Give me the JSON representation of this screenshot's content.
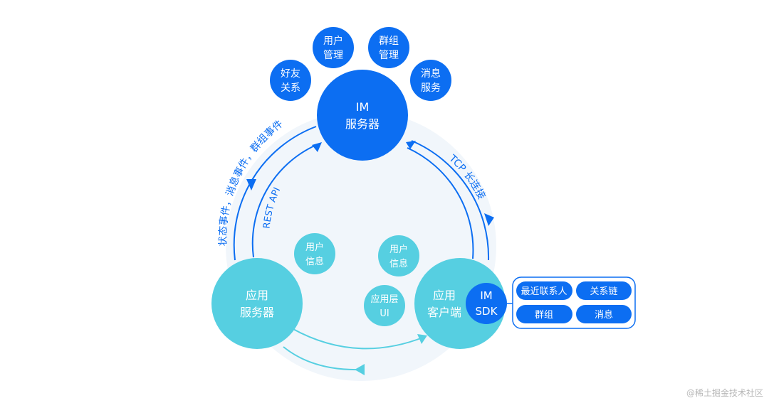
{
  "diagram": {
    "im_server": {
      "line1": "IM",
      "line2": "服务器"
    },
    "im_server_modules": [
      {
        "line1": "好友",
        "line2": "关系"
      },
      {
        "line1": "用户",
        "line2": "管理"
      },
      {
        "line1": "群组",
        "line2": "管理"
      },
      {
        "line1": "消息",
        "line2": "服务"
      }
    ],
    "app_server": {
      "line1": "应用",
      "line2": "服务器"
    },
    "app_client": {
      "line1": "应用",
      "line2": "客户端"
    },
    "im_sdk": {
      "line1": "IM",
      "line2": "SDK"
    },
    "inner_nodes": [
      {
        "line1": "用户",
        "line2": "信息"
      },
      {
        "line1": "用户",
        "line2": "信息"
      },
      {
        "line1": "应用层",
        "line2": "UI"
      }
    ],
    "sdk_features": [
      "最近联系人",
      "关系链",
      "群组",
      "消息"
    ],
    "labels": {
      "events": "状态事件，消息事件，群组事件",
      "rest_api": "REST API",
      "tcp": "TCP 长连接"
    },
    "colors": {
      "blue": "#0c6ef2",
      "blue_dark": "#0b5fd9",
      "cyan": "#56cfe1",
      "bg_circle": "#f1f6fb"
    }
  },
  "watermark": "@稀土掘金技术社区"
}
